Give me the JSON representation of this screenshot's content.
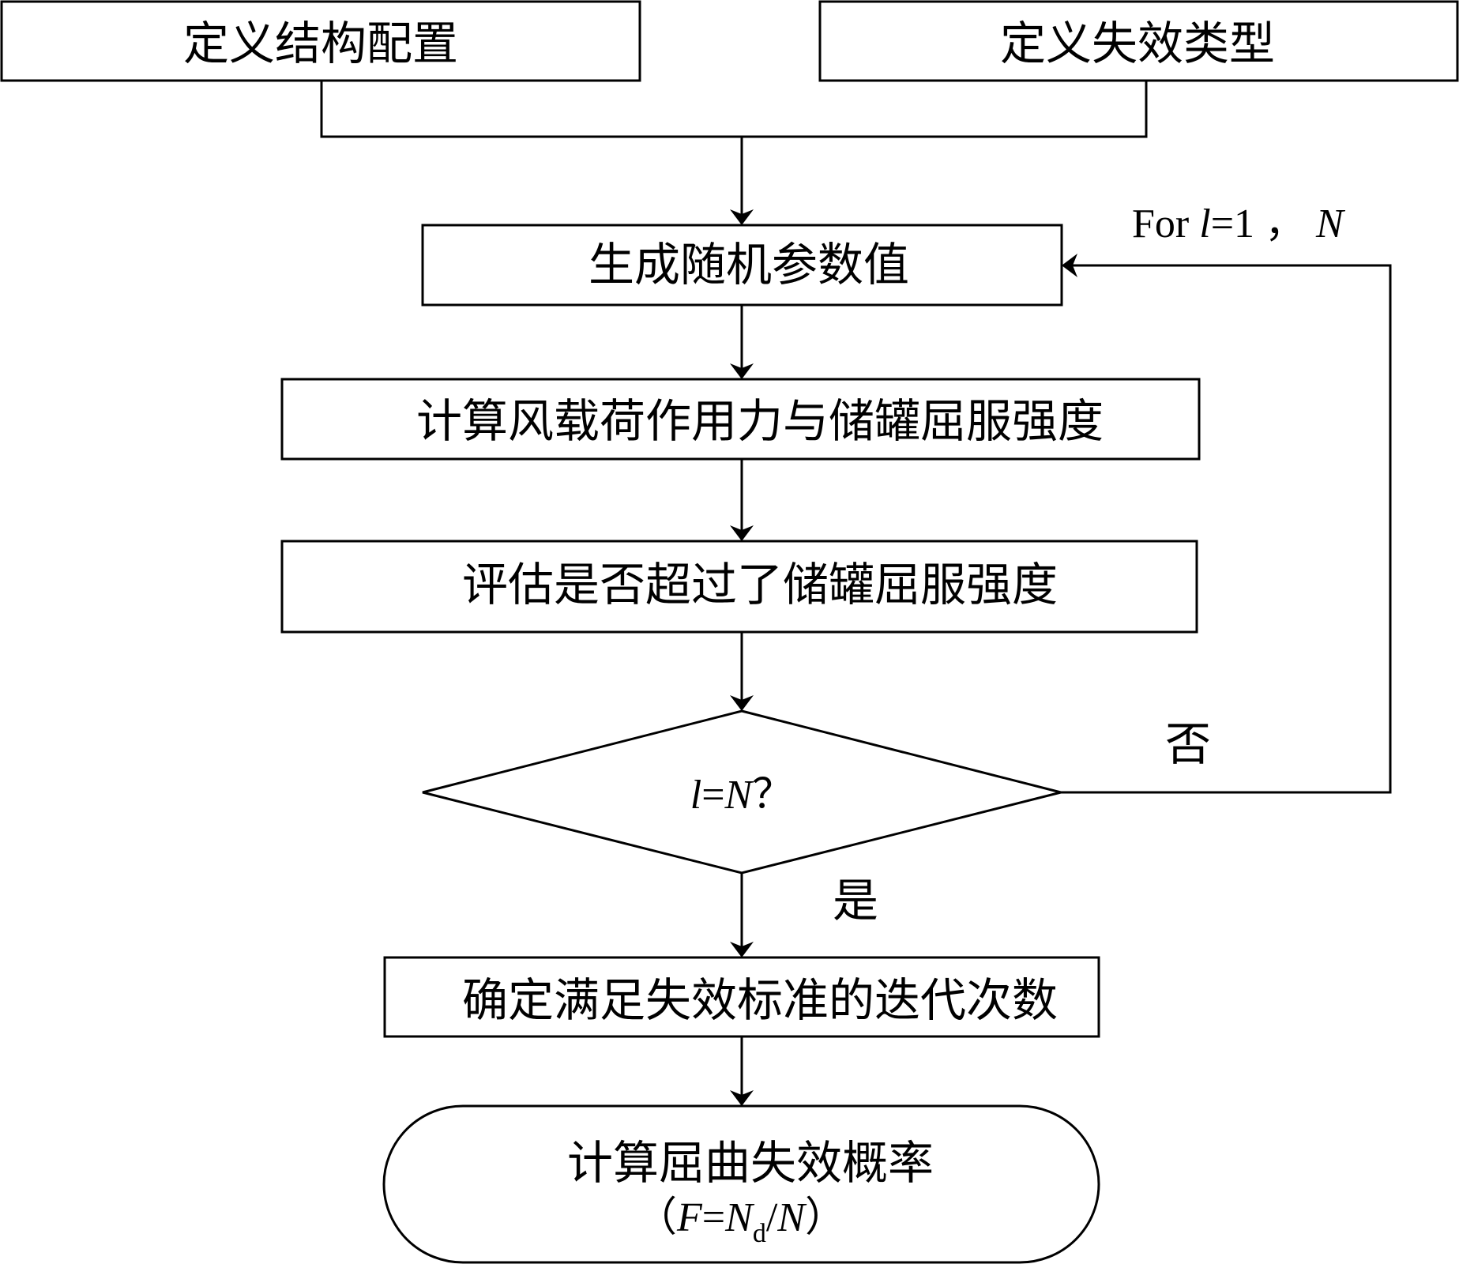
{
  "nodes": {
    "define_structure": "定义结构配置",
    "define_failure": "定义失效类型",
    "generate_params": "生成随机参数值",
    "compute_loads": "计算风载荷作用力与储罐屈服强度",
    "evaluate_yield": "评估是否超过了储罐屈服强度",
    "decision": {
      "var": "l",
      "eq": "=",
      "N": "N",
      "q": "？"
    },
    "count_iterations": "确定满足失效标准的迭代次数",
    "compute_probability": {
      "line1": "计算屈曲失效概率",
      "open": "（",
      "F": "F",
      "eq": "=",
      "N": "N",
      "sub": "d",
      "slash": "/",
      "N2": "N",
      "close": "）"
    }
  },
  "edges": {
    "loop_label": {
      "for": "For ",
      "var": "l",
      "eq": "=1 ， ",
      "N": "N"
    },
    "no_label": "否",
    "yes_label": "是"
  }
}
